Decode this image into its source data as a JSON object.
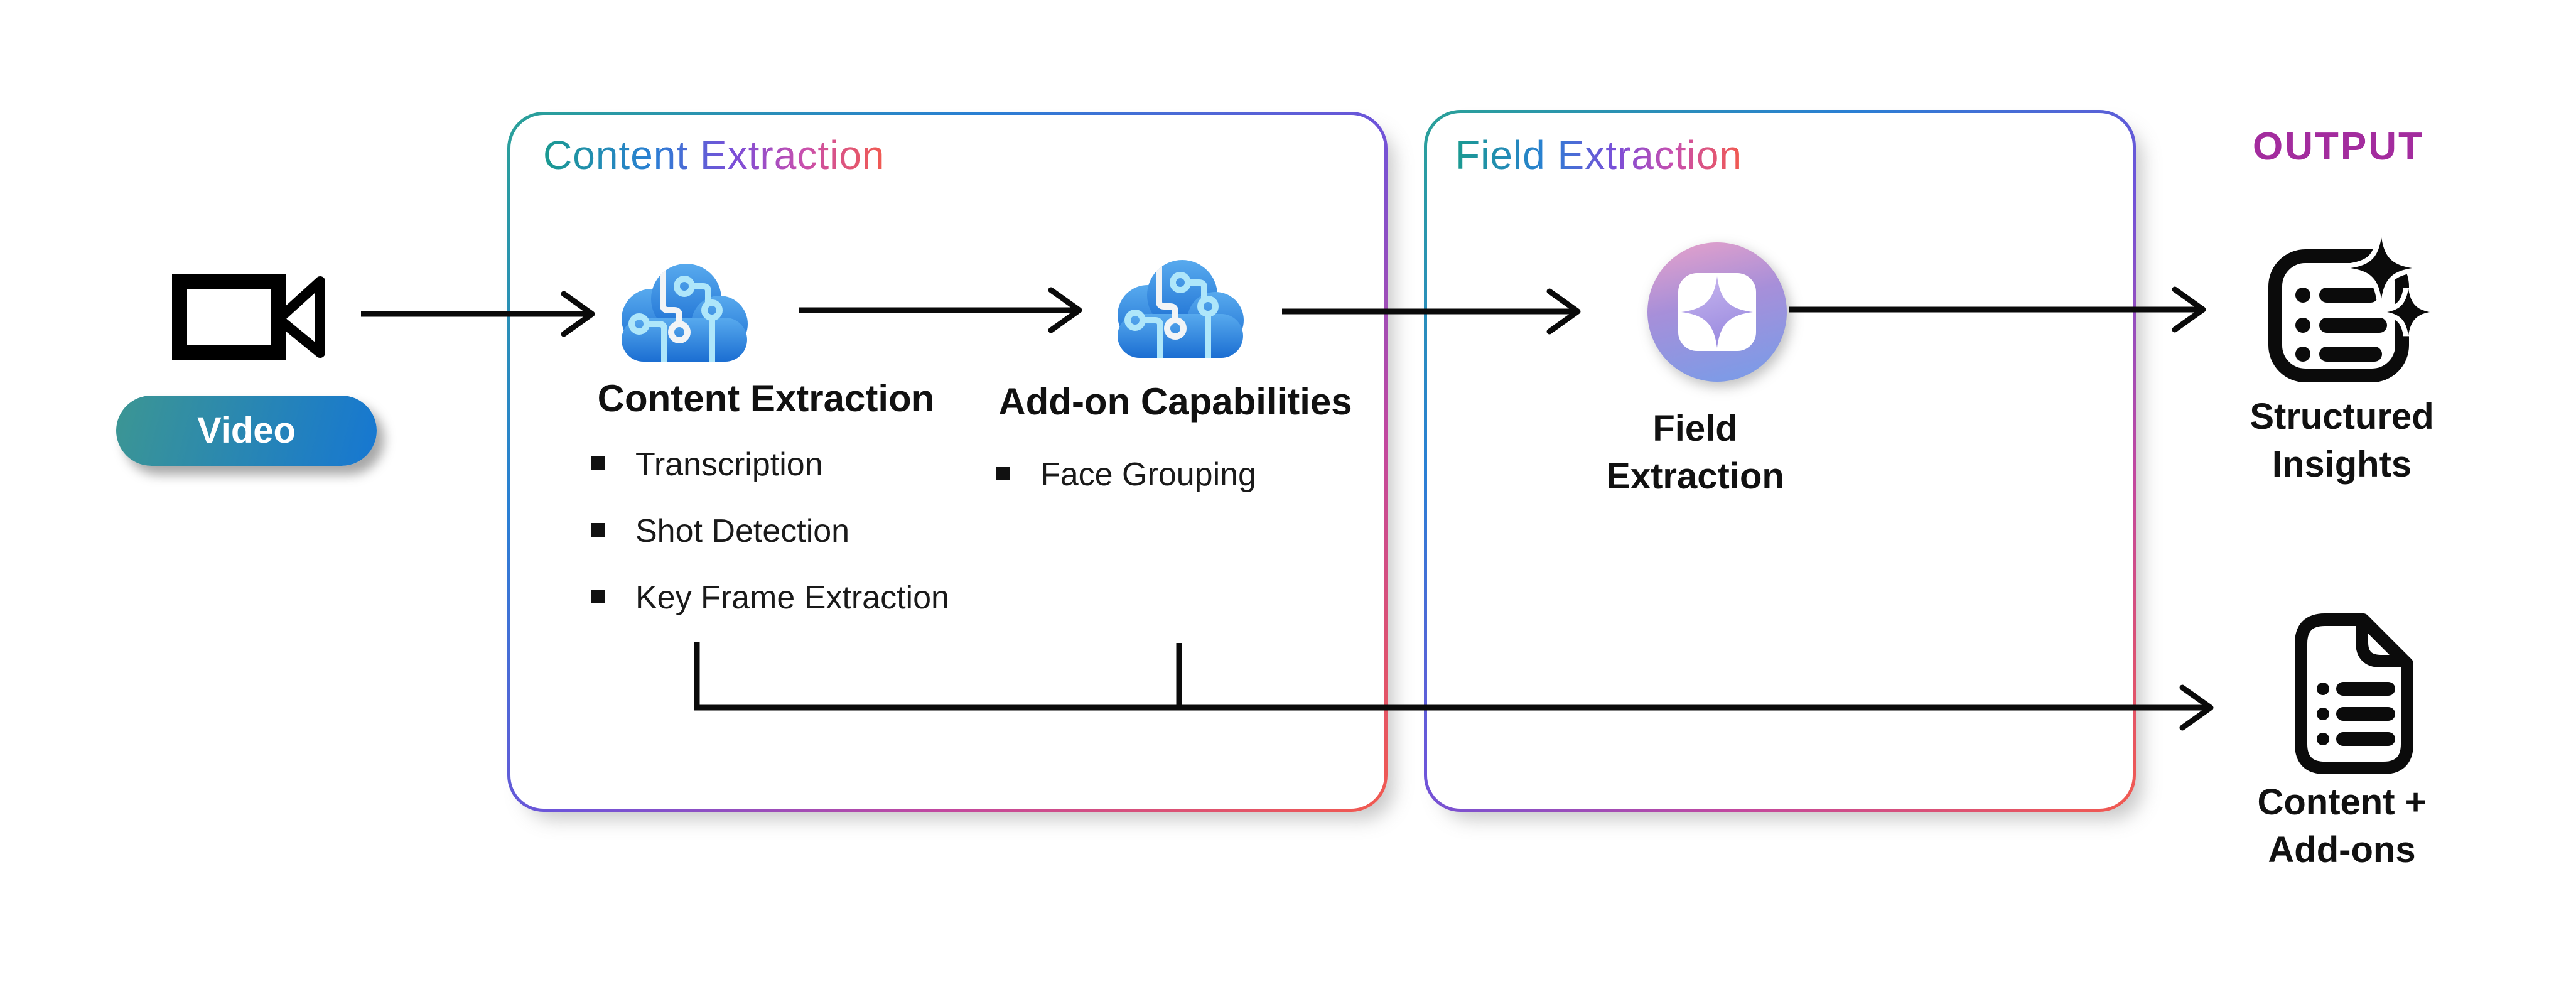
{
  "diagram": {
    "input": {
      "label": "Video",
      "icon": "video-camera-icon"
    },
    "boxes": {
      "content_extraction": {
        "title": "Content Extraction",
        "nodes": [
          {
            "icon": "ai-cloud-icon",
            "label": "Content Extraction",
            "bullets": [
              "Transcription",
              "Shot Detection",
              "Key Frame Extraction"
            ]
          },
          {
            "icon": "ai-cloud-icon",
            "label": "Add-on Capabilities",
            "bullets": [
              "Face Grouping"
            ]
          }
        ]
      },
      "field_extraction": {
        "title": "Field Extraction",
        "nodes": [
          {
            "icon": "sparkle-badge-icon",
            "label": "Field Extraction"
          }
        ]
      }
    },
    "output": {
      "heading": "OUTPUT",
      "items": [
        {
          "icon": "structured-list-sparkle-icon",
          "label": "Structured Insights"
        },
        {
          "icon": "document-list-icon",
          "label": "Content + Add-ons"
        }
      ]
    },
    "colors": {
      "gradient_teal": "#2aa198",
      "gradient_blue": "#2a7fd4",
      "gradient_purple": "#7b4ed8",
      "gradient_magenta": "#c84fae",
      "gradient_red": "#f25a4e",
      "pill_start": "#3c9693",
      "pill_end": "#1677d2",
      "output_heading": "#a32c9e",
      "cloud_blue_top": "#58aaee",
      "cloud_blue_bottom": "#1b6ed2",
      "arrow": "#0a0a0a"
    }
  }
}
